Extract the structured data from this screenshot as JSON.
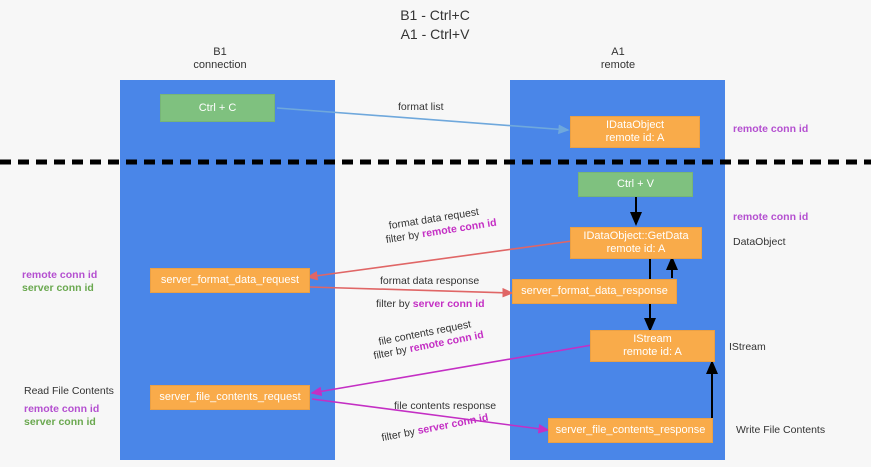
{
  "title": {
    "line1": "B1 - Ctrl+C",
    "line2": "A1 - Ctrl+V"
  },
  "lanes": [
    {
      "id": "b1",
      "name": "B1",
      "subtitle": "connection"
    },
    {
      "id": "a1",
      "name": "A1",
      "subtitle": "remote"
    }
  ],
  "colors": {
    "lane": "#4a86e8",
    "green_node": "#7fc17f",
    "orange_node": "#f9ab4a",
    "remote_conn": "#b44fd0",
    "server_conn": "#6aa84f",
    "arrow_blue": "#6fa8dc",
    "arrow_red": "#e06666",
    "arrow_magenta": "#c42fc4",
    "arrow_black": "#000000",
    "divider": "#000000"
  },
  "nodes": {
    "ctrl_c": {
      "label": "Ctrl + C",
      "sub": ""
    },
    "idataobject": {
      "label": "IDataObject",
      "sub": "remote id: A"
    },
    "ctrl_v": {
      "label": "Ctrl + V",
      "sub": ""
    },
    "getdata": {
      "label": "IDataObject::GetData",
      "sub": "remote id: A"
    },
    "server_format_data_request": {
      "label": "server_format_data_request",
      "sub": ""
    },
    "server_format_data_response": {
      "label": "server_format_data_response",
      "sub": ""
    },
    "istream": {
      "label": "IStream",
      "sub": "remote id: A"
    },
    "server_file_contents_request": {
      "label": "server_file_contents_request",
      "sub": ""
    },
    "server_file_contents_response": {
      "label": "server_file_contents_response",
      "sub": ""
    }
  },
  "edge_labels": {
    "format_list": "format list",
    "format_data_request": "format data request",
    "format_data_request_filter_prefix": "filter by ",
    "format_data_request_filter_value": "remote conn id",
    "format_data_response": "format data response",
    "format_data_response_filter_prefix": "filter by ",
    "format_data_response_filter_value": "server conn id",
    "file_contents_request": "file contents request",
    "file_contents_request_filter_prefix": "filter by ",
    "file_contents_request_filter_value": "remote conn id",
    "file_contents_response": "file contents response",
    "file_contents_response_filter_prefix": "filter by ",
    "file_contents_response_filter_value": "server conn id"
  },
  "side_labels": {
    "right_remote_conn_top": "remote conn id",
    "right_remote_conn_mid": "remote conn id",
    "right_dataobject": "DataObject",
    "right_istream": "IStream",
    "right_write_file_contents": "Write File Contents",
    "left_remote_conn_1": "remote conn id",
    "left_server_conn_1": "server conn id",
    "left_read_file_contents": "Read File Contents",
    "left_remote_conn_2": "remote conn id",
    "left_server_conn_2": "server conn id"
  }
}
